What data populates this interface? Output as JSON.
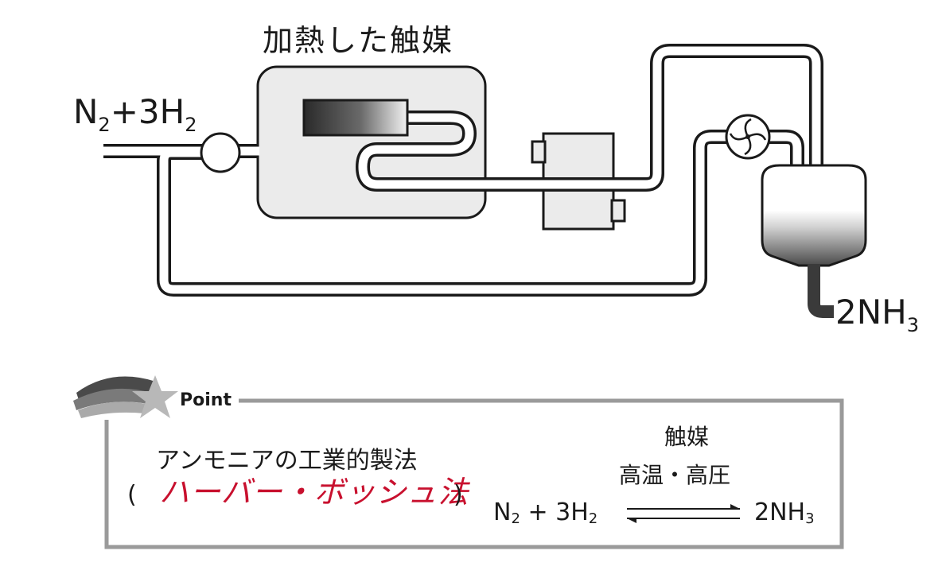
{
  "diagram": {
    "catalyst_title": "加熱した触媒",
    "feed": {
      "text": "N",
      "sub1": "2",
      "mid": "+3H",
      "sub2": "2"
    },
    "product": {
      "text": "2NH",
      "sub": "3"
    }
  },
  "point": {
    "label": "Point",
    "process_name": "アンモニアの工業的製法",
    "paren_open": "(",
    "paren_close": ")",
    "answer": "ハーバー・ボッシュ法",
    "condition_top": "触媒",
    "condition_bottom": "高温・高圧",
    "equation": {
      "n": "N",
      "n_sub": "2",
      "plus": " + 3H",
      "h_sub": "2",
      "product": "2NH",
      "product_sub": "3"
    }
  },
  "colors": {
    "line": "#1a1a1a",
    "box_fill": "#ebebeb",
    "frame": "#9a9a9a",
    "answer": "#c8102e"
  }
}
